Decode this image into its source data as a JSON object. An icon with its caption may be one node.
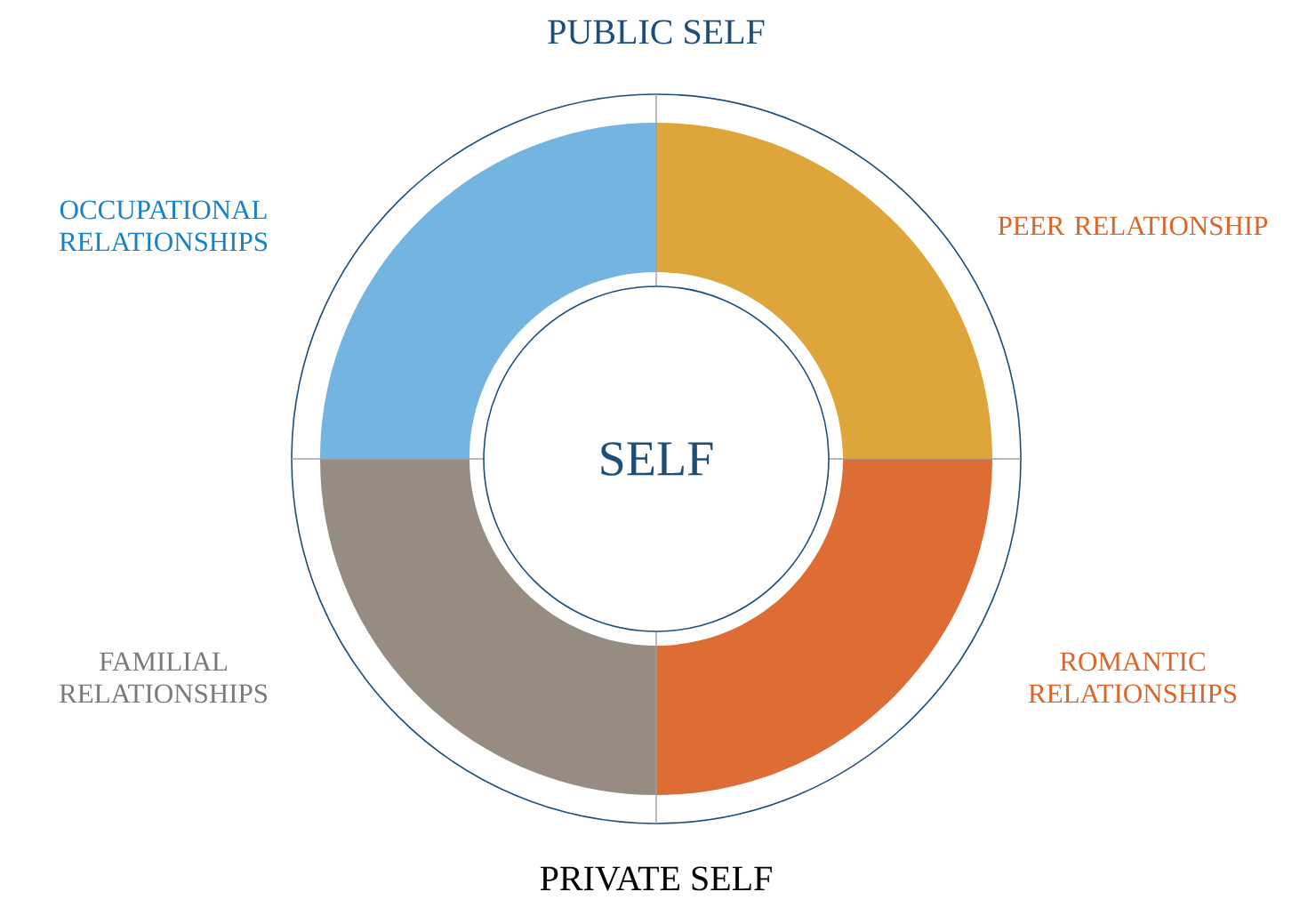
{
  "diagram": {
    "nodes": [
      {
        "text": [],
        "shape": "sector",
        "beside": [
          "OCCUPATIONAL RELATIONSHIPS"
        ]
      },
      {
        "text": [],
        "shape": "sector",
        "beside": [
          "PEER RELATIONSHIP"
        ]
      },
      {
        "text": [
          "SELF"
        ]
      },
      {
        "text": [],
        "shape": "sector",
        "beside": [
          "FAMILIAL RELATIONSHIPS"
        ]
      },
      {
        "text": [],
        "shape": "sector",
        "beside": [
          "ROMANTIC RELATIONSHIPS"
        ]
      }
    ],
    "labels": [
      "PUBLIC SELF",
      "PRIVATE SELF"
    ]
  }
}
